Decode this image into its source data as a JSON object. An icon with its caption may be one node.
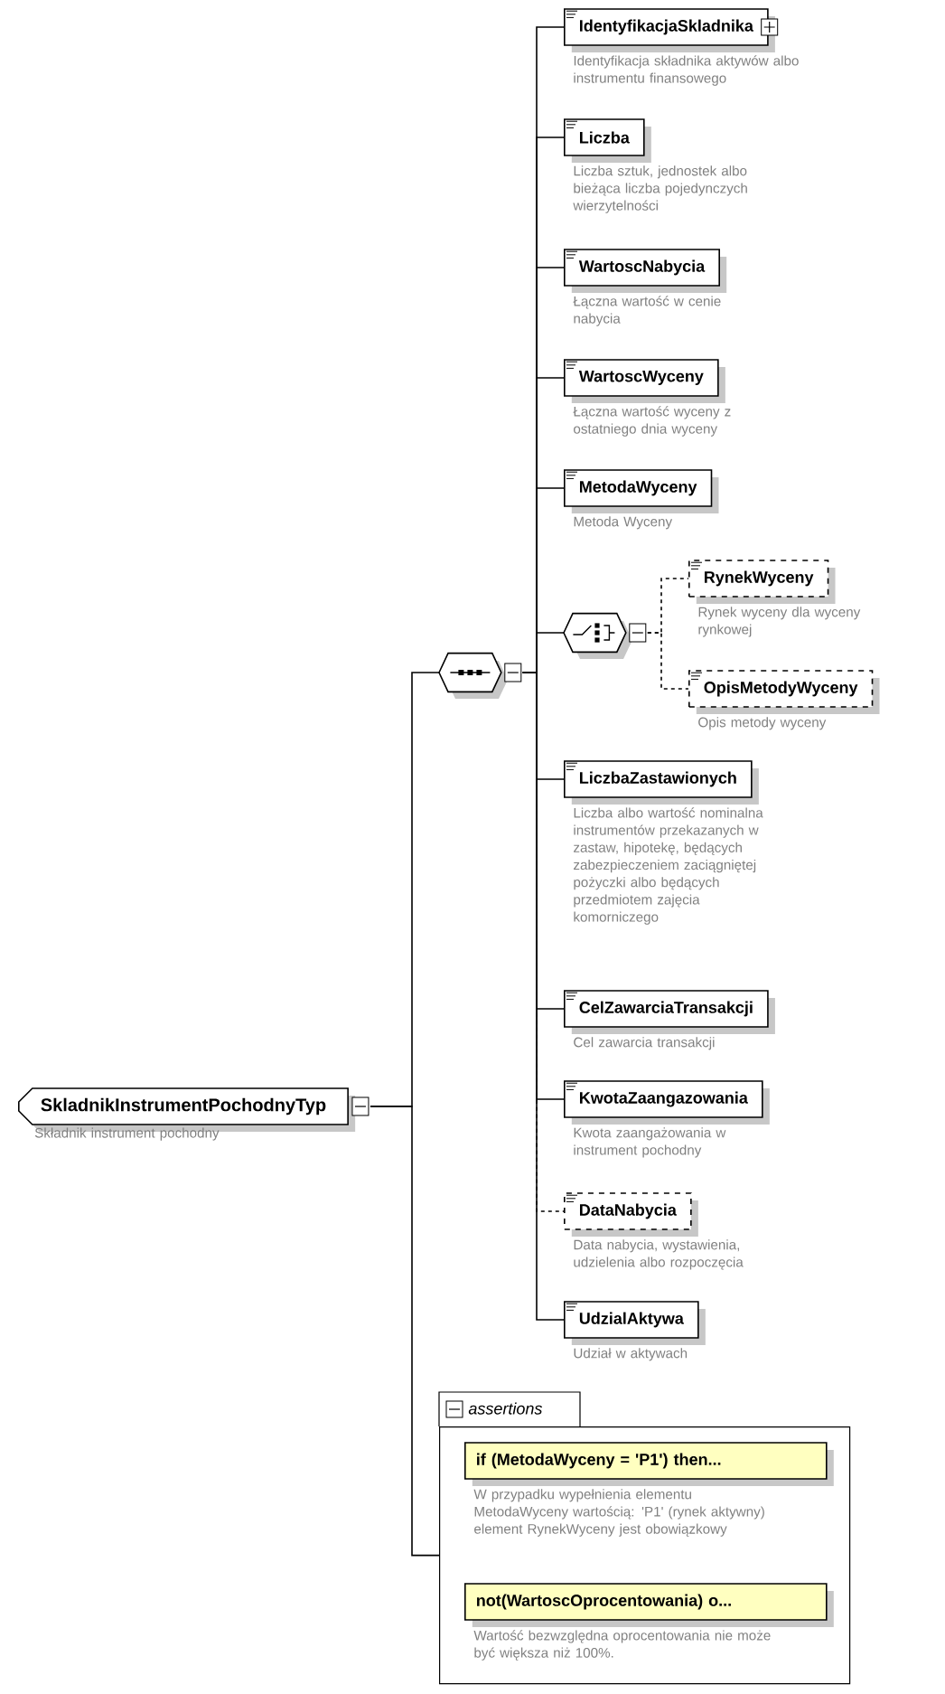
{
  "diagram": {
    "nodes": [
      {
        "text": [
          "SkladnikInstrumentPochodnyTyp"
        ],
        "beside": [
          "Składnik instrument pochodny"
        ]
      },
      {
        "text": [],
        "shape": "octagon"
      },
      {
        "text": [
          "IdentyfikacjaSkladnika"
        ],
        "beside": [
          "Identyfikacja składnika aktywów albo instrumentu finansowego"
        ]
      },
      {
        "text": [
          "Liczba"
        ],
        "beside": [
          "Liczba sztuk, jednostek albo bieżąca liczba pojedynczych wierzytelności"
        ]
      },
      {
        "text": [
          "WartoscNabycia"
        ],
        "beside": [
          "Łączna wartość w cenie nabycia"
        ]
      },
      {
        "text": [
          "WartoscWyceny"
        ],
        "beside": [
          "Łączna wartość wyceny z ostatniego dnia wyceny"
        ]
      },
      {
        "text": [
          "MetodaWyceny"
        ],
        "beside": [
          "Metoda Wyceny"
        ]
      },
      {
        "text": [],
        "shape": "octagon"
      },
      {
        "text": [
          "RynekWyceny"
        ],
        "beside": [
          "Rynek wyceny dla wyceny rynkowej"
        ]
      },
      {
        "text": [
          "OpisMetodyWyceny"
        ],
        "beside": [
          "Opis metody wyceny"
        ]
      },
      {
        "text": [
          "LiczbaZastawionych"
        ],
        "beside": [
          "Liczba albo wartość nominalna instrumentów przekazanych w zastaw, hipotekę, będących zabezpieczeniem zaciągniętej pożyczki albo będących przedmiotem zajęcia komorniczego"
        ]
      },
      {
        "text": [
          "CelZawarciaTransakcji"
        ],
        "beside": [
          "Cel zawarcia transakcji"
        ]
      },
      {
        "text": [
          "KwotaZaangazowania"
        ],
        "beside": [
          "Kwota zaangażowania w instrument pochodny"
        ]
      },
      {
        "text": [
          "DataNabycia"
        ],
        "beside": [
          "Data nabycia, wystawienia, udzielenia albo rozpoczęcia"
        ]
      },
      {
        "text": [
          "UdzialAktywa"
        ],
        "beside": [
          "Udział w aktywach"
        ]
      },
      {
        "text": [
          "assertions"
        ]
      },
      {
        "text": [
          "if (MetodaWyceny = 'P1') then..."
        ],
        "beside": [
          "W przypadku wypełnienia elementu MetodaWyceny wartością: 'P1' (rynek aktywny) element RynekWyceny jest obowiązkowy"
        ],
        "in": 15
      },
      {
        "text": [
          "not(WartoscOprocentowania) o..."
        ],
        "beside": [
          "Wartość bezwzględna oprocentowania nie może być większa niż 100%."
        ],
        "in": 15
      }
    ],
    "edges": [
      {
        "from": 0,
        "to": 1,
        "arrow": "none"
      },
      {
        "from": 0,
        "to": 15,
        "arrow": "none"
      },
      {
        "from": 1,
        "to": 2,
        "arrow": "none"
      },
      {
        "from": 1,
        "to": 3,
        "arrow": "none"
      },
      {
        "from": 1,
        "to": 4,
        "arrow": "none"
      },
      {
        "from": 1,
        "to": 5,
        "arrow": "none"
      },
      {
        "from": 1,
        "to": 6,
        "arrow": "none"
      },
      {
        "from": 1,
        "to": 7,
        "arrow": "none"
      },
      {
        "from": 7,
        "to": 8,
        "arrow": "none",
        "style": "dashed"
      },
      {
        "from": 7,
        "to": 9,
        "arrow": "none",
        "style": "dashed"
      },
      {
        "from": 1,
        "to": 10,
        "arrow": "none"
      },
      {
        "from": 1,
        "to": 11,
        "arrow": "none"
      },
      {
        "from": 1,
        "to": 12,
        "arrow": "none"
      },
      {
        "from": 1,
        "to": 13,
        "arrow": "none",
        "style": "dashed"
      },
      {
        "from": 1,
        "to": 14,
        "arrow": "none"
      }
    ]
  }
}
